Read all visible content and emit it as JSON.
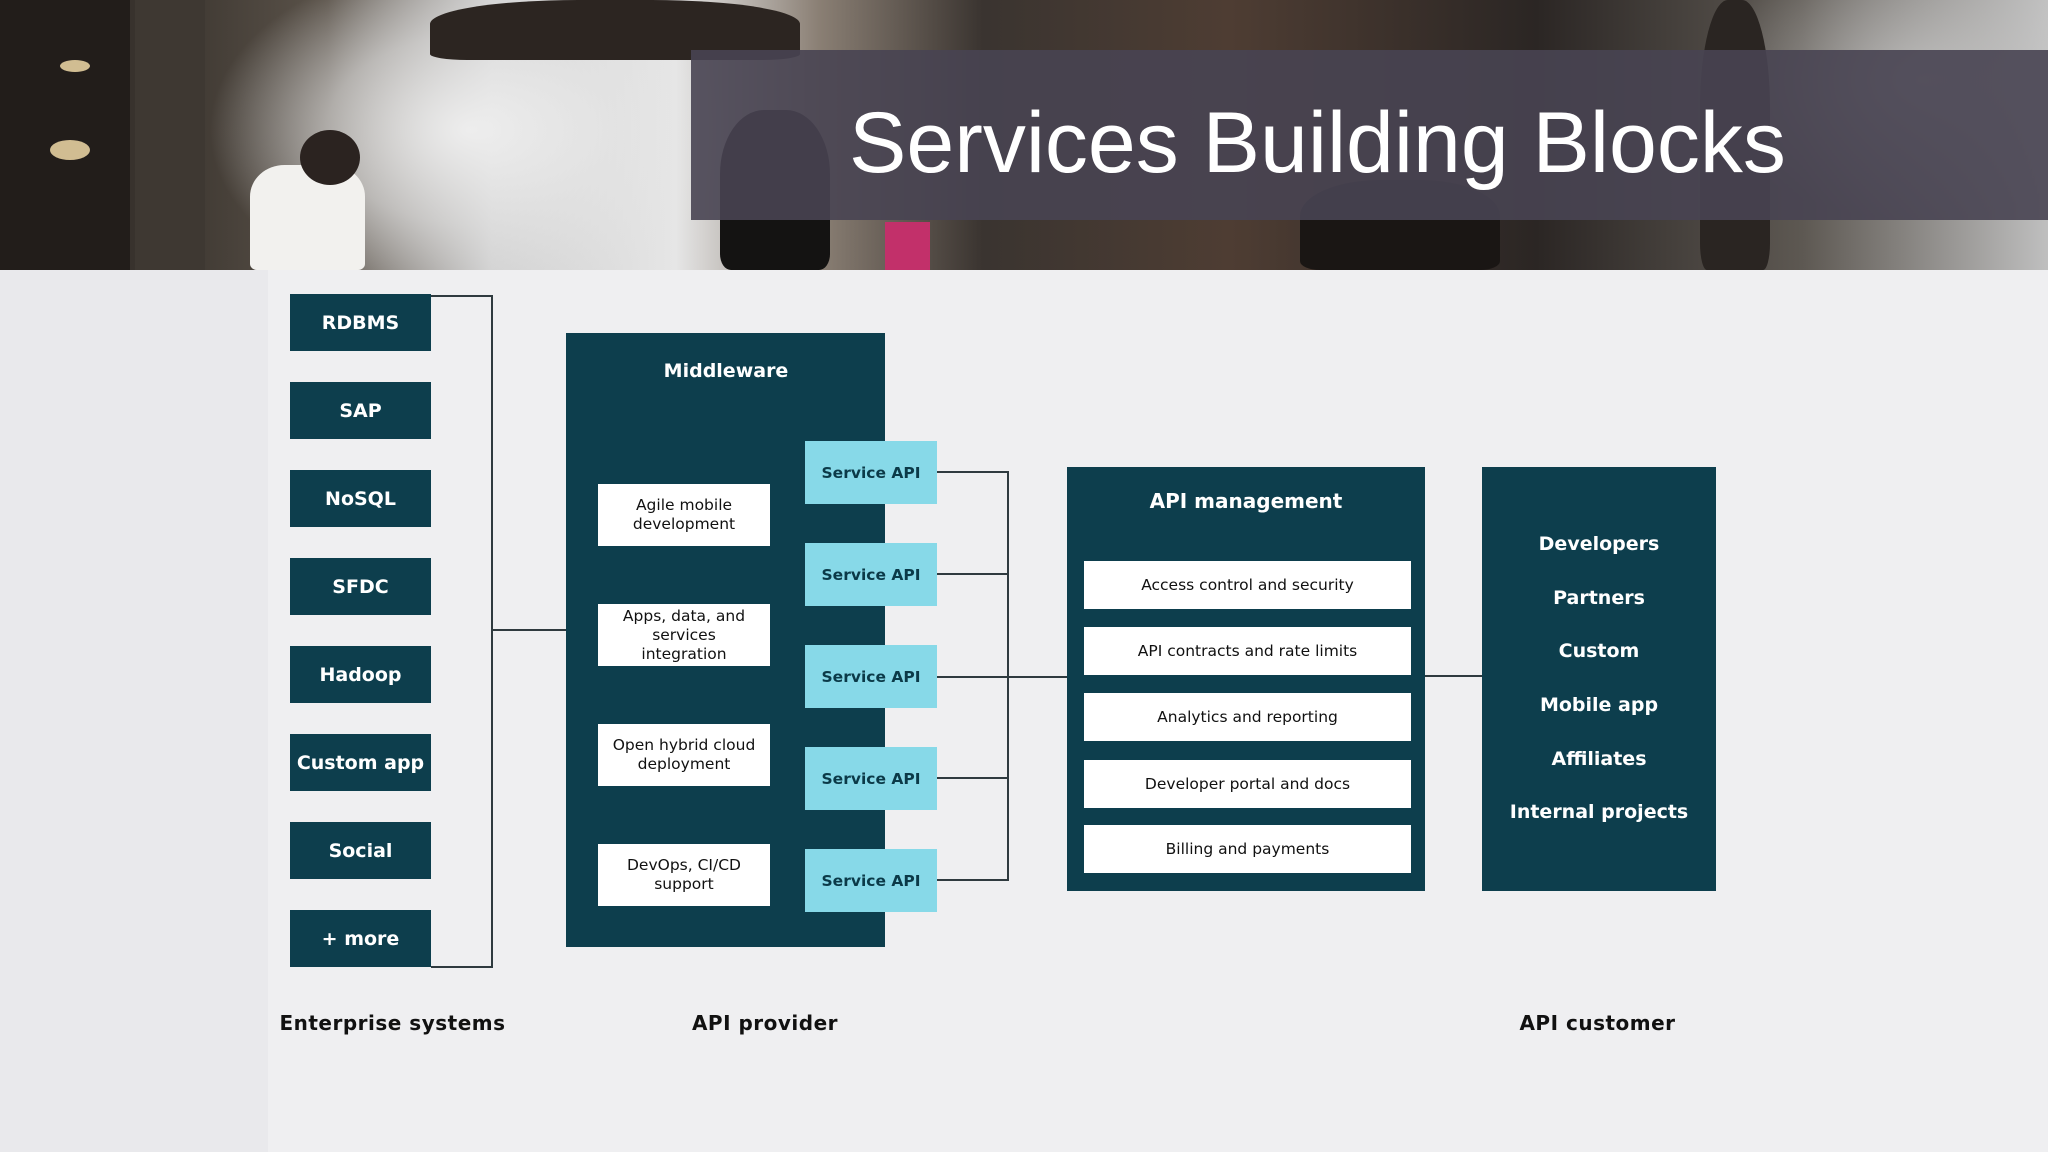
{
  "slide": {
    "title": "Services Building Blocks"
  },
  "enterprise_systems": {
    "label": "Enterprise systems",
    "items": [
      "RDBMS",
      "SAP",
      "NoSQL",
      "SFDC",
      "Hadoop",
      "Custom app",
      "Social",
      "+ more"
    ]
  },
  "api_provider": {
    "label": "API provider",
    "middleware": {
      "title": "Middleware",
      "capabilities": [
        "Agile mobile development",
        "Apps, data, and services integration",
        "Open hybrid cloud deployment",
        "DevOps, CI/CD support"
      ]
    },
    "service_apis": [
      "Service API",
      "Service API",
      "Service API",
      "Service API",
      "Service API"
    ]
  },
  "api_management": {
    "title": "API management",
    "items": [
      "Access control and security",
      "API contracts and rate limits",
      "Analytics and reporting",
      "Developer portal and docs",
      "Billing and payments"
    ]
  },
  "api_customer": {
    "label": "API customer",
    "items": [
      "Developers",
      "Partners",
      "Custom",
      "Mobile app",
      "Affiliates",
      "Internal projects"
    ]
  },
  "colors": {
    "dark_teal": "#0d3e4d",
    "light_cyan": "#87d9e8",
    "title_bar": "#484452",
    "background": "#efeff1"
  }
}
